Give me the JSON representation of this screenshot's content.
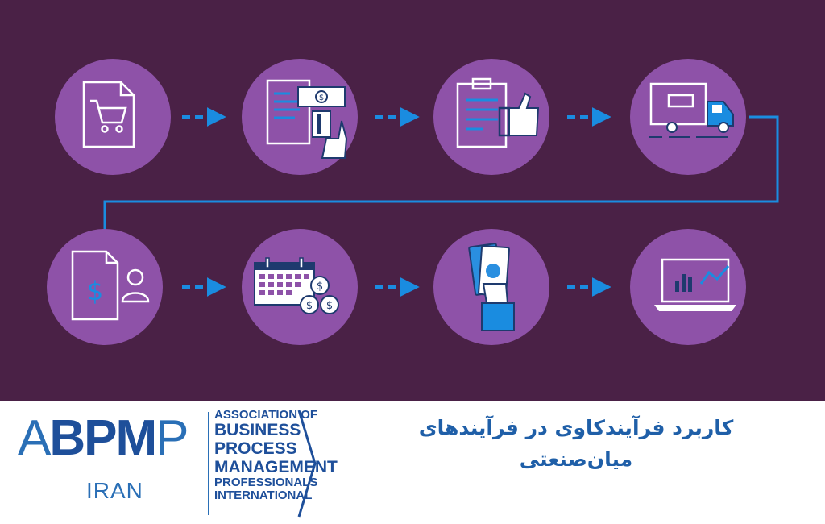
{
  "diagram": {
    "background": "#4a2146",
    "circle_color": "#8e52a8",
    "arrow_color": "#1a8ce0",
    "steps": [
      {
        "id": 1,
        "icon": "shopping-cart-order-icon"
      },
      {
        "id": 2,
        "icon": "invoice-card-payment-icon"
      },
      {
        "id": 3,
        "icon": "clipboard-approval-icon"
      },
      {
        "id": 4,
        "icon": "delivery-truck-icon"
      },
      {
        "id": 5,
        "icon": "customer-invoice-icon"
      },
      {
        "id": 6,
        "icon": "calendar-payments-icon"
      },
      {
        "id": 7,
        "icon": "cash-receipt-icon"
      },
      {
        "id": 8,
        "icon": "laptop-analytics-icon"
      }
    ]
  },
  "logo": {
    "abpm": "ABPMP",
    "country": "IRAN",
    "line1": "ASSOCIATION OF",
    "line2": "BUSINESS",
    "line3": "PROCESS",
    "line4": "MANAGEMENT",
    "line5": "PROFESSIONALS",
    "line6": "INTERNATIONAL",
    "brand_color": "#1e4f9a"
  },
  "title": {
    "line1": "کاربرد فرآیندکاوی در فرآیندهای",
    "line2": "میان‌صنعتی",
    "color": "#1f5fa8"
  }
}
